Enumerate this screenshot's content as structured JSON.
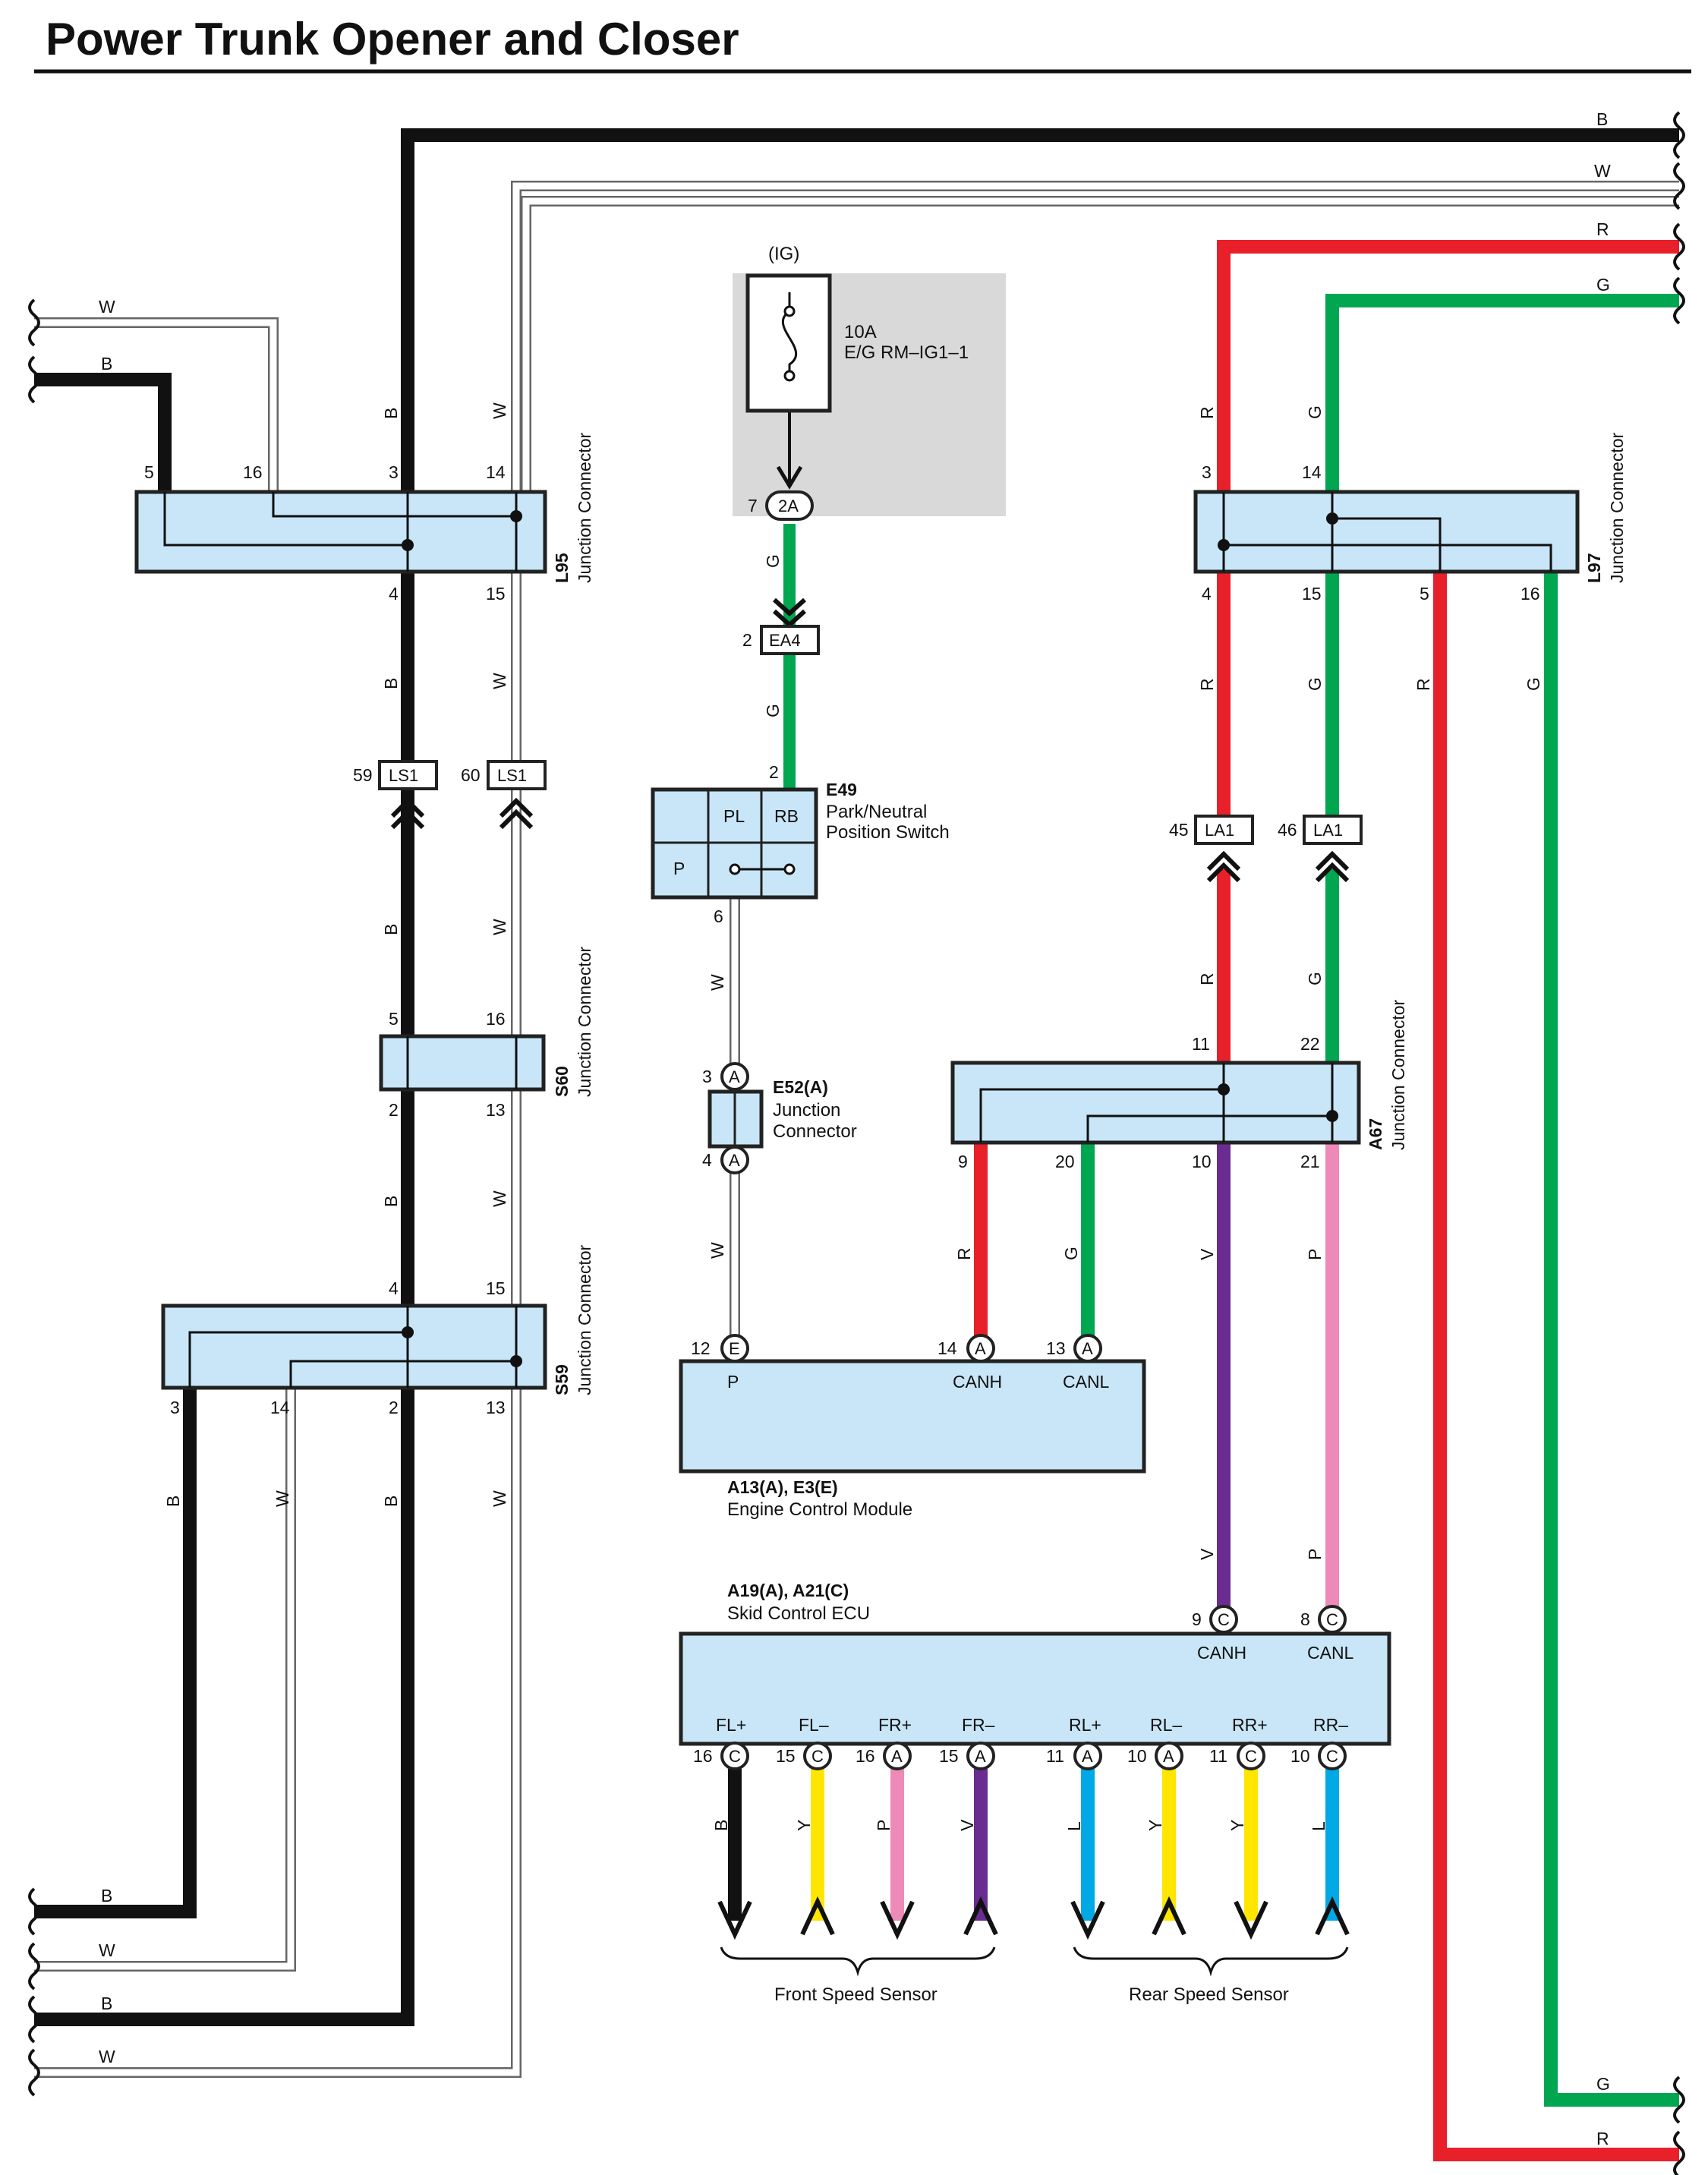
{
  "title": "Power Trunk Opener and Closer",
  "colors": {
    "B": "#111111",
    "W": "#ffffff",
    "R": "#e8202a",
    "G": "#00a650",
    "V": "#6a2c91",
    "P": "#ee8ab8",
    "Y": "#ffe600",
    "L": "#00a9e6",
    "box_fill": "#c8e6f8",
    "fuse_bg": "#d9d9d9"
  },
  "wire_labels": {
    "B": "B",
    "W": "W",
    "R": "R",
    "G": "G",
    "V": "V",
    "P": "P",
    "Y": "Y",
    "L": "L"
  },
  "fuse": {
    "supply": "(IG)",
    "rating": "10A",
    "name": "E/G RM–IG1–1"
  },
  "connectors": {
    "L95": {
      "id": "L95",
      "desc": "Junction Connector",
      "pins": [
        "5",
        "16",
        "3",
        "14",
        "4",
        "15"
      ]
    },
    "S60": {
      "id": "S60",
      "desc": "Junction Connector",
      "pins": [
        "5",
        "16",
        "2",
        "13"
      ]
    },
    "S59": {
      "id": "S59",
      "desc": "Junction Connector",
      "pins": [
        "4",
        "15",
        "3",
        "14",
        "2",
        "13"
      ]
    },
    "L97": {
      "id": "L97",
      "desc": "Junction Connector",
      "pins": [
        "3",
        "14",
        "4",
        "15",
        "5",
        "16"
      ]
    },
    "A67": {
      "id": "A67",
      "desc": "Junction Connector",
      "pins": [
        "11",
        "22",
        "9",
        "20",
        "10",
        "21"
      ]
    },
    "E52": {
      "id": "E52(A)",
      "desc1": "Junction",
      "desc2": "Connector",
      "pin_top": "3",
      "pin_bottom": "4",
      "letter": "A"
    },
    "E49": {
      "id": "E49",
      "desc1": "Park/Neutral",
      "desc2": "Position Switch",
      "pin_top": "2",
      "pin_bottom": "6",
      "cell_pl": "PL",
      "cell_rb": "RB",
      "cell_p": "P"
    }
  },
  "inline": {
    "c2a": {
      "pin": "7",
      "label": "2A"
    },
    "ea4": {
      "pin": "2",
      "label": "EA4"
    },
    "ls1a": {
      "pin": "59",
      "label": "LS1"
    },
    "ls1b": {
      "pin": "60",
      "label": "LS1"
    },
    "la1a": {
      "pin": "45",
      "label": "LA1"
    },
    "la1b": {
      "pin": "46",
      "label": "LA1"
    }
  },
  "ecm": {
    "id": "A13(A), E3(E)",
    "name": "Engine Control Module",
    "terminals": [
      {
        "pin": "12",
        "letter": "E",
        "label": "P"
      },
      {
        "pin": "14",
        "letter": "A",
        "label": "CANH"
      },
      {
        "pin": "13",
        "letter": "A",
        "label": "CANL"
      }
    ]
  },
  "skid": {
    "id": "A19(A), A21(C)",
    "name": "Skid Control ECU",
    "top_terminals": [
      {
        "pin": "9",
        "letter": "C",
        "label": "CANH"
      },
      {
        "pin": "8",
        "letter": "C",
        "label": "CANL"
      }
    ],
    "bottom_terminals": [
      {
        "pin": "16",
        "letter": "C",
        "label": "FL+",
        "wire": "B"
      },
      {
        "pin": "15",
        "letter": "C",
        "label": "FL–",
        "wire": "Y"
      },
      {
        "pin": "16",
        "letter": "A",
        "label": "FR+",
        "wire": "P"
      },
      {
        "pin": "15",
        "letter": "A",
        "label": "FR–",
        "wire": "V"
      },
      {
        "pin": "11",
        "letter": "A",
        "label": "RL+",
        "wire": "L"
      },
      {
        "pin": "10",
        "letter": "A",
        "label": "RL–",
        "wire": "Y"
      },
      {
        "pin": "11",
        "letter": "C",
        "label": "RR+",
        "wire": "Y"
      },
      {
        "pin": "10",
        "letter": "C",
        "label": "RR–",
        "wire": "L"
      }
    ]
  },
  "sensors": {
    "front": "Front Speed Sensor",
    "rear": "Rear Speed Sensor"
  }
}
